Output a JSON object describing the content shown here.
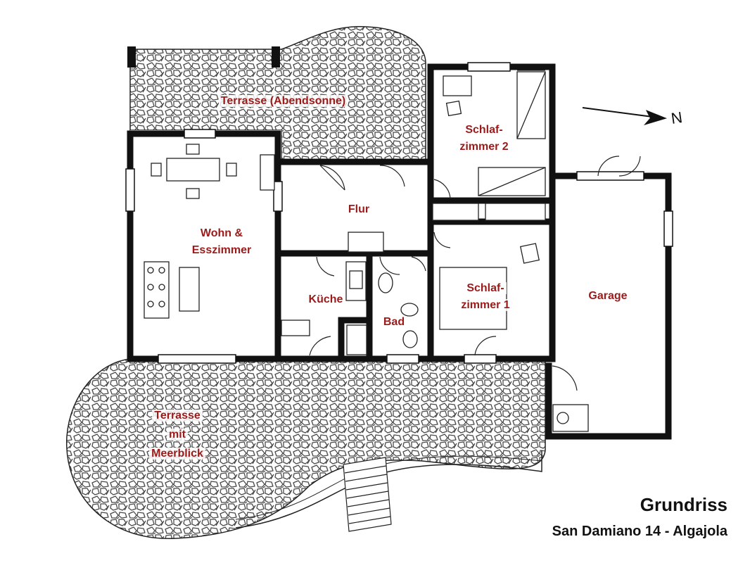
{
  "colors": {
    "label": "#9b1b1b",
    "wall": "#111111",
    "line": "#222222",
    "stone": "#4a4a4a",
    "background": "#ffffff"
  },
  "rooms": {
    "terrace_evening": "Terrasse (Abendsonne)",
    "bedroom2_line1": "Schlaf-",
    "bedroom2_line2": "zimmer 2",
    "living_line1": "Wohn &",
    "living_line2": "Esszimmer",
    "hall": "Flur",
    "kitchen": "Küche",
    "bath": "Bad",
    "bedroom1_line1": "Schlaf-",
    "bedroom1_line2": "zimmer 1",
    "garage": "Garage",
    "terrace_sea_line1": "Terrasse",
    "terrace_sea_line2": "mit",
    "terrace_sea_line3": "Meerblick"
  },
  "compass": {
    "label": "N",
    "icon": "north-arrow-icon"
  },
  "caption": {
    "title": "Grundriss",
    "subtitle": "San Damiano 14 - Algajola"
  }
}
